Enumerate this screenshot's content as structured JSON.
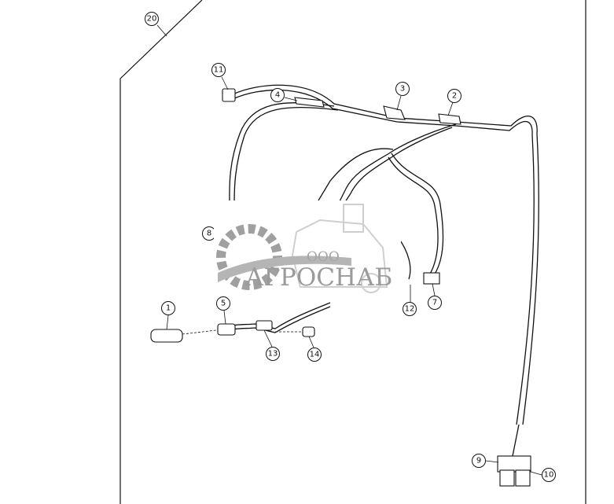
{
  "diagram": {
    "callouts": {
      "c1": "1",
      "c2": "2",
      "c3": "3",
      "c4": "4",
      "c5": "5",
      "c7": "7",
      "c8": "8",
      "c9": "9",
      "c10": "10",
      "c11": "11",
      "c12": "12",
      "c13": "13",
      "c14": "14",
      "c20": "20"
    }
  },
  "watermark": {
    "prefix": "ООО",
    "name": "АГРОСНАБ",
    "colors": {
      "text": "#9a9a9a",
      "gear": "#a0a0a0"
    }
  }
}
